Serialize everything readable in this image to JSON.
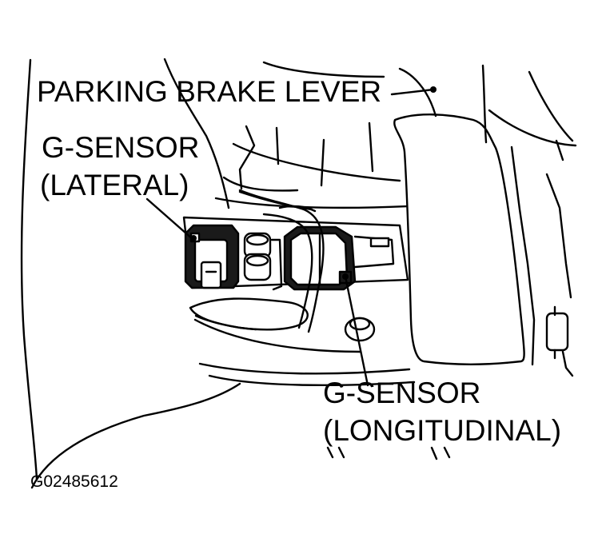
{
  "callouts": {
    "parking_brake_lever": "PARKING BRAKE LEVER",
    "g_sensor_lateral": {
      "line1": "G-SENSOR",
      "line2": "(LATERAL)"
    },
    "g_sensor_longitudinal": {
      "line1": "G-SENSOR",
      "line2": "(LONGITUDINAL)"
    }
  },
  "figure_id": "G02485612",
  "colors": {
    "ink": "#000000",
    "paper": "#ffffff",
    "sensor_fill": "#1a1a1a"
  }
}
